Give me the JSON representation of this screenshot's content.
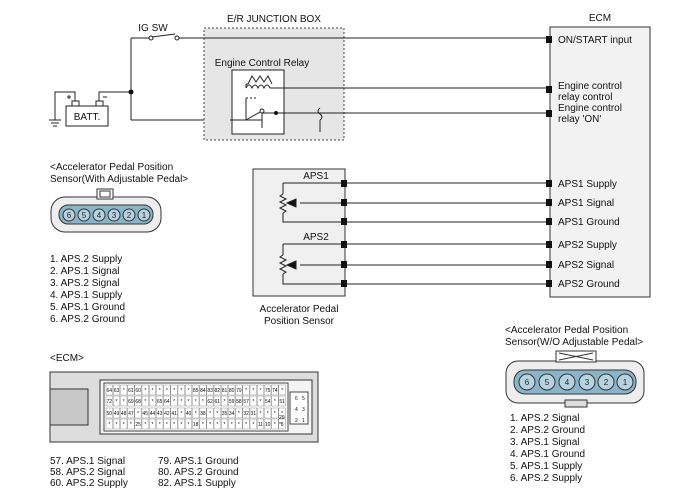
{
  "labels": {
    "ig_sw": "IG SW",
    "junction_box": "E/R JUNCTION BOX",
    "relay": "Engine Control Relay",
    "batt": "BATT.",
    "ecm_title": "ECM",
    "aps_sensor_line1": "Accelerator Pedal",
    "aps_sensor_line2": "Position Sensor",
    "aps1": "APS1",
    "aps2": "APS2",
    "with_pedal_line1": "<Accelerator Pedal  Position",
    "with_pedal_line2": "Sensor(With Adjustable Pedal>",
    "wo_pedal_line1": "<Accelerator Pedal  Position",
    "wo_pedal_line2": "Sensor(W/O Adjustable Pedal>",
    "ecm_connector": "<ECM>"
  },
  "ecm_pins": [
    "ON/START input",
    "Engine control",
    "relay control",
    "Engine control",
    "relay 'ON'",
    "APS1 Supply",
    "APS1 Signal",
    "APS1 Ground",
    "APS2 Supply",
    "APS2 Signal",
    "APS2 Ground"
  ],
  "with_pedal_list": [
    "1. APS.2 Supply",
    "2. APS.1 Signal",
    "3. APS.2 Signal",
    "4. APS.1 Supply",
    "5. APS.1 Ground",
    "6. APS.2 Ground"
  ],
  "wo_pedal_list": [
    "1. APS.2 Signal",
    "2. APS.2 Ground",
    "3. APS.1 Signal",
    "4. APS.1 Ground",
    "5. APS.1 Supply",
    "6. APS.2 Supply"
  ],
  "ecm_list_left": [
    "57. APS.1 Signal",
    "58. APS.2 Signal",
    "60. APS.2 Supply"
  ],
  "ecm_list_right": [
    "79. APS.1 Ground",
    "80. APS.2 Ground",
    "82. APS.1 Supply"
  ],
  "connector_pins_with": [
    "6",
    "5",
    "4",
    "3",
    "2",
    "1"
  ],
  "connector_pins_wo": [
    "6",
    "5",
    "4",
    "3",
    "2",
    "1"
  ],
  "ecm_grid_row1": [
    "64",
    "63",
    "*",
    "61",
    "60",
    "*",
    "*",
    "*",
    "*",
    "*",
    "*",
    "*",
    "85",
    "84",
    "83",
    "82",
    "81",
    "80",
    "79",
    "*",
    "*",
    "*",
    "75",
    "74",
    "*"
  ],
  "ecm_grid_row2": [
    "72",
    "*",
    "*",
    "69",
    "68",
    "*",
    "*",
    "65",
    "64",
    "*",
    "*",
    "*",
    "*",
    "*",
    "62",
    "61",
    "*",
    "59",
    "58",
    "57",
    "*",
    "*",
    "54",
    "*",
    "51"
  ],
  "ecm_grid_row3": [
    "50",
    "49",
    "48",
    "47",
    "*",
    "45",
    "44",
    "43",
    "42",
    "41",
    "*",
    "40",
    "*",
    "38",
    "*",
    "*",
    "35",
    "34",
    "*",
    "32",
    "31",
    "*",
    "*",
    "*",
    "*"
  ],
  "ecm_grid_row4": [
    "*",
    "*",
    "*",
    "*",
    "25",
    "*",
    "*",
    "*",
    "*",
    "*",
    "*",
    "*",
    "18",
    "*",
    "*",
    "*",
    "*",
    "*",
    "*",
    "*",
    "*",
    "11",
    "10",
    "*",
    "8"
  ],
  "ecm_side_grid": [
    "6",
    "5",
    "4",
    "3",
    "2",
    "1"
  ],
  "ecm_extra_pins": [
    "29",
    "*"
  ]
}
